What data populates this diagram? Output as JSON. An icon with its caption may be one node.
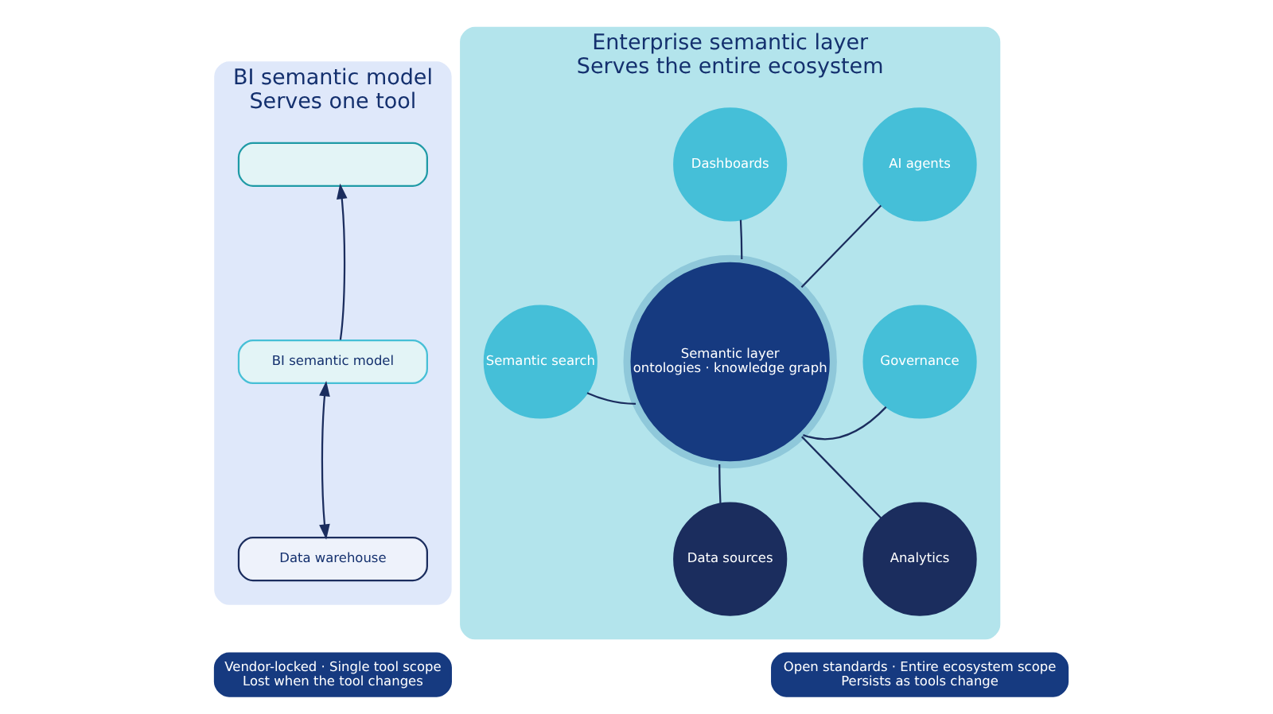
{
  "diagram": {
    "nodes": [
      {
        "text": [
          "BI semantic model",
          "Serves one tool"
        ]
      },
      {
        "text": [],
        "shape": "box",
        "in": 0
      },
      {
        "text": [
          "BI semantic model"
        ],
        "in": 0
      },
      {
        "text": [
          "Data warehouse"
        ],
        "in": 0
      },
      {
        "text": [
          "Vendor-locked · Single tool scope",
          "Lost when the tool changes"
        ]
      },
      {
        "text": [
          "Enterprise semantic layer",
          "Serves the entire ecosystem"
        ]
      },
      {
        "text": [
          "Dashboards"
        ],
        "in": 5
      },
      {
        "text": [
          "AI agents"
        ],
        "in": 5
      },
      {
        "text": [
          "Semantic search"
        ],
        "in": 5
      },
      {
        "text": [
          "Semantic layer",
          "ontologies · knowledge graph"
        ],
        "in": 5
      },
      {
        "text": [
          "Governance"
        ],
        "in": 5
      },
      {
        "text": [
          "Data sources"
        ],
        "in": 5
      },
      {
        "text": [
          "Analytics"
        ],
        "in": 5
      },
      {
        "text": [
          "Open standards · Entire ecosystem scope",
          "Persists as tools change"
        ]
      }
    ],
    "edges": [
      {
        "from": 2,
        "to": 1,
        "arrow": "to"
      },
      {
        "from": 2,
        "to": 3,
        "arrow": "both"
      },
      {
        "from": 9,
        "to": 6,
        "arrow": "none"
      },
      {
        "from": 9,
        "to": 7,
        "arrow": "none"
      },
      {
        "from": 9,
        "to": 8,
        "arrow": "none"
      },
      {
        "from": 9,
        "to": 10,
        "arrow": "none"
      },
      {
        "from": 9,
        "to": 11,
        "arrow": "none"
      },
      {
        "from": 9,
        "to": 12,
        "arrow": "none"
      }
    ]
  }
}
